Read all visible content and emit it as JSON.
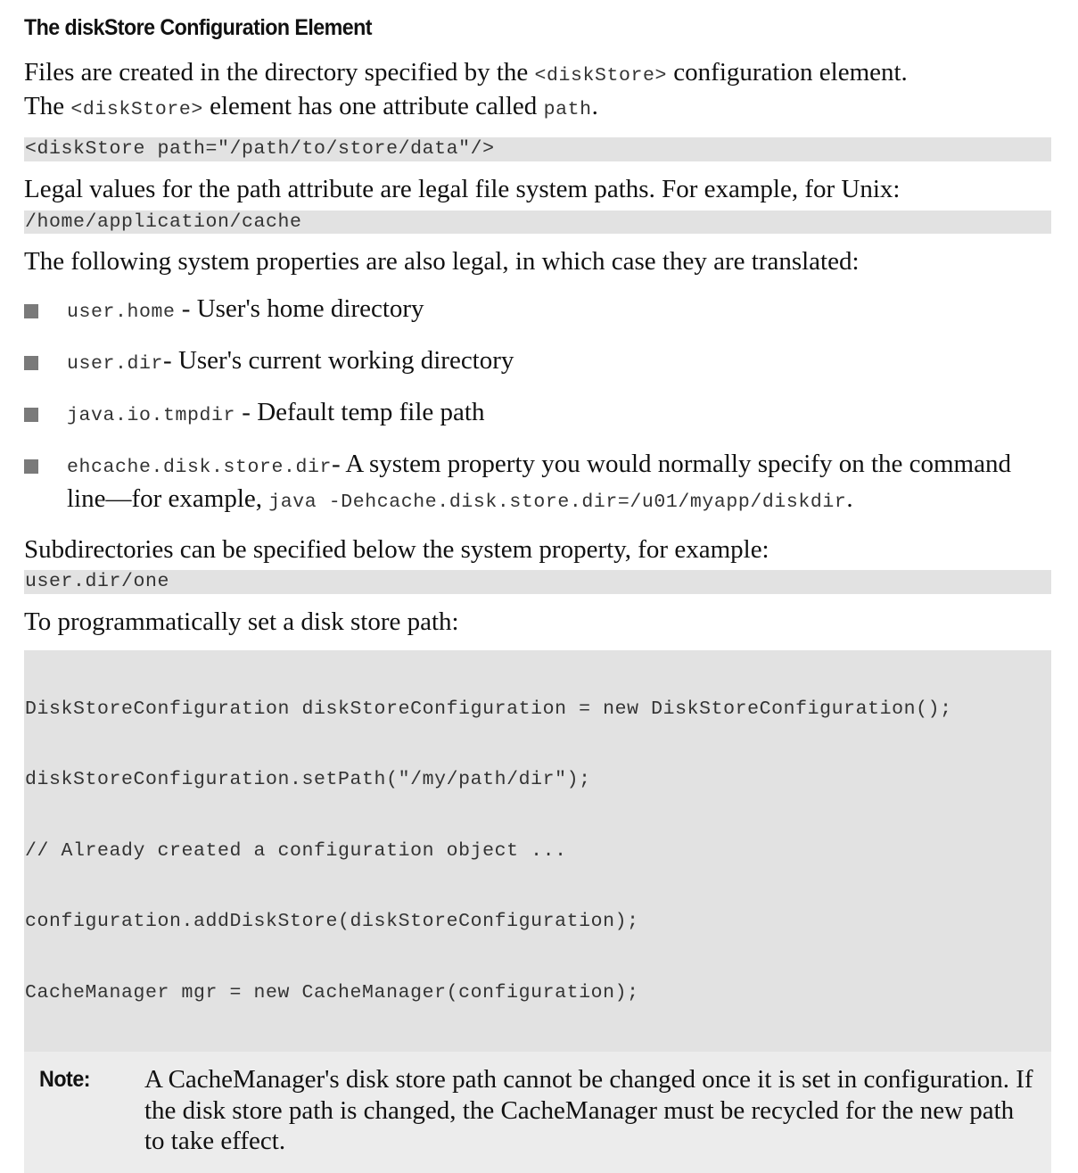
{
  "heading": "The diskStore Configuration Element",
  "intro": {
    "l1_a": "Files are created in the directory specified by the ",
    "l1_code": "<diskStore>",
    "l1_b": " configuration element.",
    "l2_a": "The ",
    "l2_code": "<diskStore>",
    "l2_b": " element has one attribute called ",
    "l2_code2": "path",
    "l2_c": "."
  },
  "code_config": "<diskStore path=\"/path/to/store/data\"/>",
  "legal_text": "Legal values for the path attribute are legal file system paths. For example, for Unix:",
  "code_unix": "/home/application/cache",
  "props_text": "The following system properties are also legal, in which case they are translated:",
  "properties": [
    {
      "code": "user.home",
      "text": " - User's home directory"
    },
    {
      "code": "user.dir",
      "text": "- User's current working directory"
    },
    {
      "code": "java.io.tmpdir",
      "text": " - Default temp file path"
    },
    {
      "code": "ehcache.disk.store.dir",
      "text": "- A system property you would normally specify on the command line—for example, ",
      "code2": "java -Dehcache.disk.store.dir=/u01/myapp/diskdir",
      "text2": "."
    }
  ],
  "subdir_text": "Subdirectories can be specified below the system property, for example:",
  "code_subdir": "user.dir/one",
  "programmatic_text": "To programmatically set a disk store path:",
  "code_program": [
    "DiskStoreConfiguration diskStoreConfiguration = new DiskStoreConfiguration();",
    "diskStoreConfiguration.setPath(\"/my/path/dir\");",
    "// Already created a configuration object ...",
    "configuration.addDiskStore(diskStoreConfiguration);",
    "CacheManager mgr = new CacheManager(configuration);"
  ],
  "note": {
    "label": "Note:",
    "text": "A CacheManager's disk store path cannot be changed once it is set in configuration. If the disk store path is changed, the CacheManager must be recycled for the new path to take effect."
  }
}
